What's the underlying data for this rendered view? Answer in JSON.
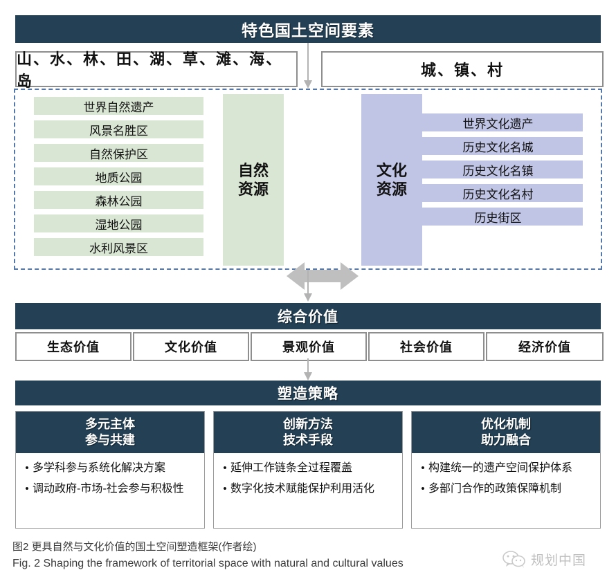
{
  "colors": {
    "navy": "#234055",
    "green": "#d9e6d3",
    "purple": "#c0c5e6",
    "dashed_border": "#5577a8",
    "arrow_gray": "#b3b3b3",
    "box_border": "#8e8e8e"
  },
  "header": {
    "title": "特色国土空间要素",
    "elements": [
      {
        "label": "山、水、林、田、湖、草、滩、海、岛"
      },
      {
        "label": "城、镇、村"
      }
    ]
  },
  "resources": {
    "natural": {
      "column_label": "自然\n资源",
      "column_line1": "自然",
      "column_line2": "资源",
      "items": [
        "世界自然遗产",
        "风景名胜区",
        "自然保护区",
        "地质公园",
        "森林公园",
        "湿地公园",
        "水利风景区"
      ]
    },
    "cultural": {
      "column_line1": "文化",
      "column_line2": "资源",
      "items": [
        "世界文化遗产",
        "历史文化名城",
        "历史文化名镇",
        "历史文化名村",
        "历史街区"
      ]
    }
  },
  "value": {
    "title": "综合价值",
    "items": [
      "生态价值",
      "文化价值",
      "景观价值",
      "社会价值",
      "经济价值"
    ]
  },
  "strategy": {
    "title": "塑造策略",
    "cards": [
      {
        "head_line1": "多元主体",
        "head_line2": "参与共建",
        "bullets": [
          "多学科参与系统化解决方案",
          "调动政府-市场-社会参与积极性"
        ]
      },
      {
        "head_line1": "创新方法",
        "head_line2": "技术手段",
        "bullets": [
          "延伸工作链条全过程覆盖",
          "数字化技术赋能保护利用活化"
        ]
      },
      {
        "head_line1": "优化机制",
        "head_line2": "助力融合",
        "bullets": [
          "构建统一的遗产空间保护体系",
          "多部门合作的政策保障机制"
        ]
      }
    ],
    "bullet_glyph": "•"
  },
  "caption": {
    "zh": "图2  更具自然与文化价值的国土空间塑造框架(作者绘)",
    "en": "Fig. 2  Shaping the framework of territorial space with natural and cultural values"
  },
  "watermark": {
    "label": "规划中国",
    "icon": "wechat-icon"
  }
}
